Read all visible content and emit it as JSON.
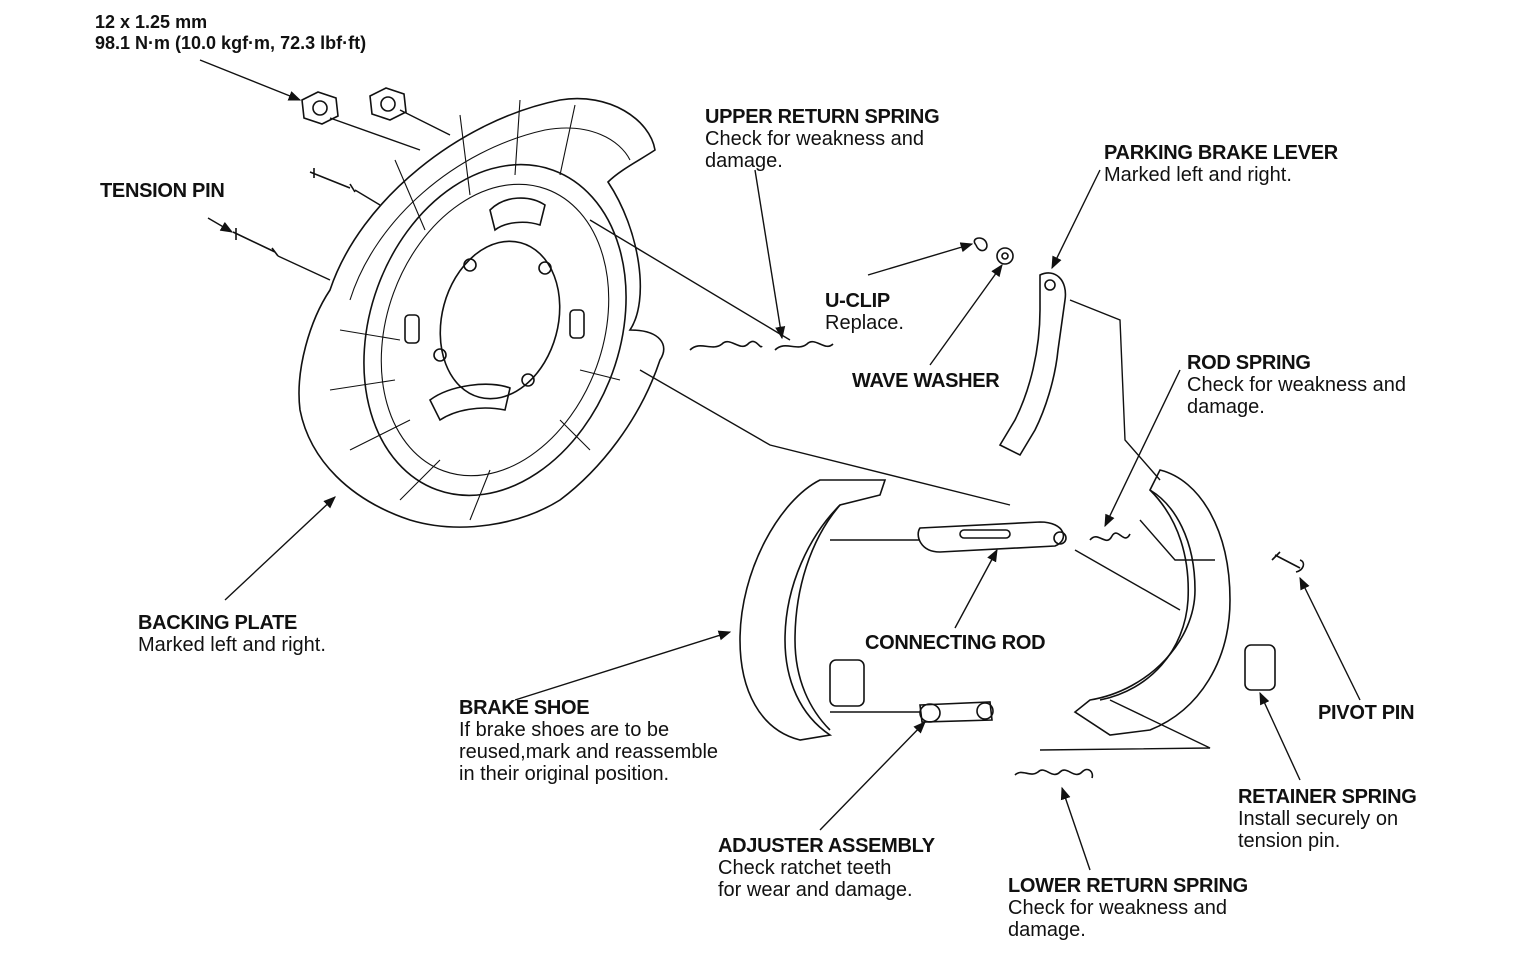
{
  "torque_spec": {
    "thread": "12 x 1.25 mm",
    "torque": "98.1 N·m (10.0 kgf·m, 72.3 lbf·ft)"
  },
  "labels": {
    "tension_pin": {
      "title": "TENSION PIN"
    },
    "backing_plate": {
      "title": "BACKING PLATE",
      "note": "Marked left and right."
    },
    "upper_return_spring": {
      "title": "UPPER RETURN SPRING",
      "note1": "Check for weakness and",
      "note2": "damage."
    },
    "parking_brake_lever": {
      "title": "PARKING BRAKE LEVER",
      "note": "Marked left and right."
    },
    "u_clip": {
      "title": "U-CLIP",
      "note": "Replace."
    },
    "wave_washer": {
      "title": "WAVE WASHER"
    },
    "rod_spring": {
      "title": "ROD SPRING",
      "note1": "Check for weakness and",
      "note2": "damage."
    },
    "connecting_rod": {
      "title": "CONNECTING ROD"
    },
    "brake_shoe": {
      "title": "BRAKE SHOE",
      "note1": "If brake shoes are to be",
      "note2": "reused,mark and reassemble",
      "note3": "in their original position."
    },
    "pivot_pin": {
      "title": "PIVOT PIN"
    },
    "retainer_spring": {
      "title": "RETAINER SPRING",
      "note1": "Install securely on",
      "note2": "tension pin."
    },
    "adjuster_assembly": {
      "title": "ADJUSTER ASSEMBLY",
      "note1": "Check ratchet teeth",
      "note2": "for wear and damage."
    },
    "lower_return_spring": {
      "title": "LOWER RETURN SPRING",
      "note1": "Check for weakness and",
      "note2": "damage."
    }
  }
}
